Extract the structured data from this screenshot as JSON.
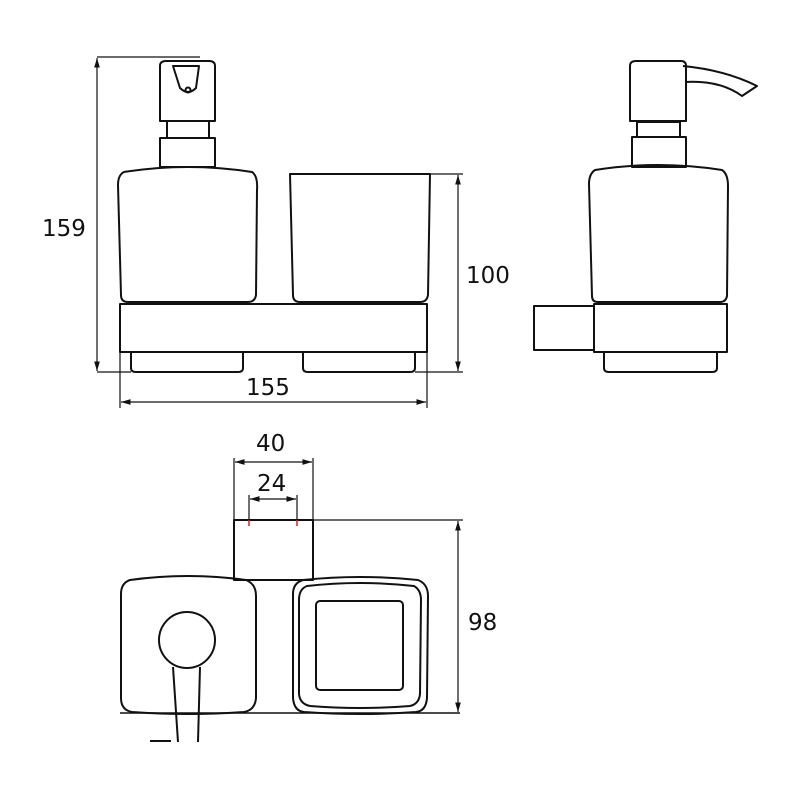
{
  "dimensions": {
    "total_height": "159",
    "glass_height": "100",
    "total_width": "155",
    "mount_width": "40",
    "mount_inner_width": "24",
    "depth": "98"
  },
  "colors": {
    "line": "#111111",
    "accent_mark": "#d0231f"
  }
}
